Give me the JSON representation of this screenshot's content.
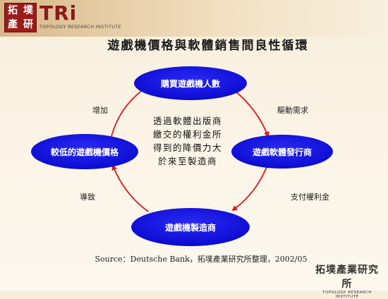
{
  "header": {
    "logo_chars": [
      "拓",
      "墣",
      "產",
      "研"
    ],
    "logo_brand": "TRi",
    "logo_tagline": "TOPOLOGY RESEARCH INSTITUTE"
  },
  "title": "遊戲機價格與軟體銷售間良性循環",
  "diagram": {
    "nodes": {
      "top": "購買遊戲機人數",
      "right": "遊戲軟體發行商",
      "bottom": "遊戲機製造商",
      "left": "較低的遊戲機價格"
    },
    "edges": {
      "top_right": "驅動需求",
      "right_bottom": "支付權利金",
      "bottom_left": "導致",
      "left_top": "增加"
    },
    "center_text": "透過軟體出版商繳交的權利金所得到的降價力大於來至製造商"
  },
  "source": "Source：Deutsche Bank，拓墣產業研究所整理，2002/05",
  "footer_logo": {
    "name": "拓墣產業研究所",
    "tagline": "TOPOLOGY RESEARCH INSTITUTE"
  },
  "colors": {
    "node_fill": "#1010e0",
    "arrow": "#e01818",
    "brand": "#8b1a1a"
  }
}
